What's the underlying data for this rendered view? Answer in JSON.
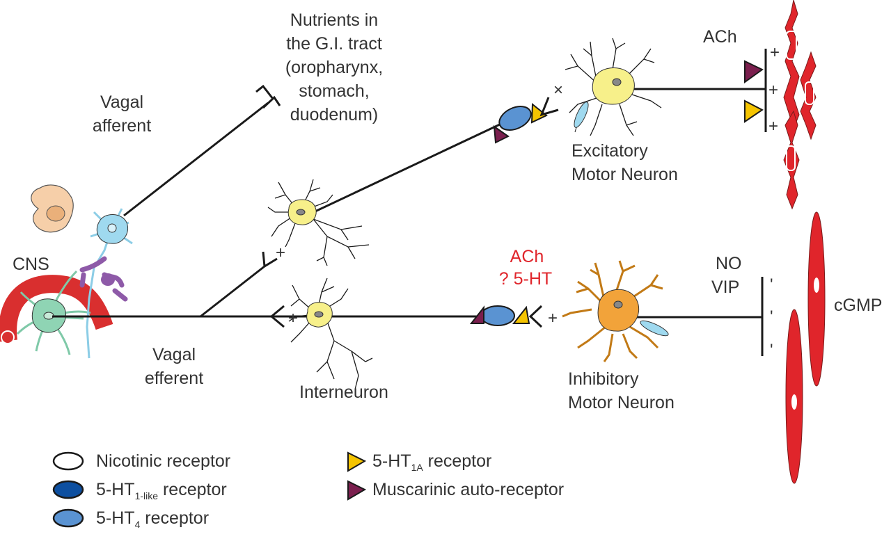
{
  "labels": {
    "nutrients": [
      "Nutrients in",
      "the G.I. tract",
      "(oropharynx,",
      "stomach,",
      "duodenum)"
    ],
    "vagal_afferent": [
      "Vagal",
      "afferent"
    ],
    "vagal_efferent": [
      "Vagal",
      "efferent"
    ],
    "cns": "CNS",
    "ach_top": "ACh",
    "ach_red": "ACh",
    "ht_red": "? 5-HT",
    "excitatory": [
      "Excitatory",
      "Motor Neuron"
    ],
    "inhibitory": [
      "Inhibitory",
      "Motor Neuron"
    ],
    "interneuron": "Interneuron",
    "no": "NO",
    "vip": "VIP",
    "cgmp": "cGMP"
  },
  "signs": {
    "plus": "+",
    "times": "×",
    "minus": "'"
  },
  "legend": [
    {
      "icon": "nicotinic-receptor-icon",
      "main": "Nicotinic receptor",
      "sub": "",
      "tail": ""
    },
    {
      "icon": "5ht1-like-receptor-icon",
      "main": "5-HT",
      "sub": "1-like",
      "tail": " receptor"
    },
    {
      "icon": "5ht4-receptor-icon",
      "main": "5-HT",
      "sub": "4",
      "tail": " receptor"
    },
    {
      "icon": "5ht1a-receptor-icon",
      "main": "5-HT",
      "sub": "1A",
      "tail": " receptor"
    },
    {
      "icon": "muscarinic-auto-receptor-icon",
      "main": "Muscarinic auto-receptor",
      "sub": "",
      "tail": ""
    }
  ],
  "colors": {
    "line": "#1a1a1a",
    "muscle_red": "#e0252b",
    "yellow_neuron": "#f7f08a",
    "orange_neuron": "#f2a33a",
    "blue_neuron": "#9fd9ef",
    "green_neuron": "#8fd4b4",
    "purple": "#8e5aa8",
    "muscarinic": "#7b1f4e",
    "ht1a_yellow": "#f5c400",
    "ht1like_blue": "#0d4fa0",
    "ht4_blue": "#5a93d2",
    "text_red": "#e0252b"
  }
}
